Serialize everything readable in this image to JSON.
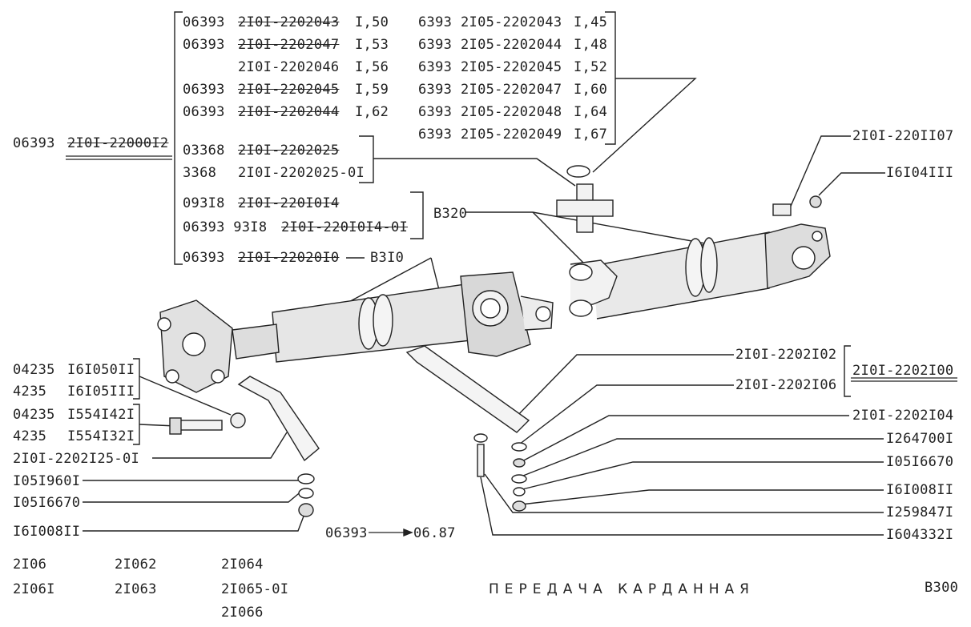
{
  "catalog": {
    "title": "ПЕРЕДАЧА КАРДАННАЯ",
    "page_code": "B300",
    "group_codes": [
      "B320",
      "B3I0"
    ],
    "models": [
      [
        "2I06",
        "2I06I"
      ],
      [
        "2I062",
        "2I063"
      ],
      [
        "2I064",
        "2I065-0I",
        "2I066"
      ]
    ]
  },
  "assembly": {
    "code": "06393",
    "part": "2I0I-22000I2"
  },
  "left_table": [
    {
      "code": "06393",
      "part": "2I0I-2202043",
      "size": "I,50",
      "struck": true
    },
    {
      "code": "06393",
      "part": "2I0I-2202047",
      "size": "I,53",
      "struck": true
    },
    {
      "code": "",
      "part": "2I0I-2202046",
      "size": "I,56",
      "struck": false
    },
    {
      "code": "06393",
      "part": "2I0I-2202045",
      "size": "I,59",
      "struck": true
    },
    {
      "code": "06393",
      "part": "2I0I-2202044",
      "size": "I,62",
      "struck": true
    },
    {
      "code": "03368",
      "part": "2I0I-2202025",
      "size": "",
      "struck": true
    },
    {
      "code": "3368",
      "part": "2I0I-2202025-0I",
      "size": "",
      "struck": false
    },
    {
      "code": "093I8",
      "part": "2I0I-220I0I4",
      "size": "",
      "struck": true
    },
    {
      "code": "06393 93I8",
      "part": "2I0I-220I0I4-0I",
      "size": "",
      "struck": true
    },
    {
      "code": "06393",
      "part": "2I0I-22020I0",
      "size": "",
      "struck": true
    }
  ],
  "right_table": [
    {
      "code": "6393",
      "part": "2I05-2202043",
      "size": "I,45"
    },
    {
      "code": "6393",
      "part": "2I05-2202044",
      "size": "I,48"
    },
    {
      "code": "6393",
      "part": "2I05-2202045",
      "size": "I,52"
    },
    {
      "code": "6393",
      "part": "2I05-2202047",
      "size": "I,60"
    },
    {
      "code": "6393",
      "part": "2I05-2202048",
      "size": "I,64"
    },
    {
      "code": "6393",
      "part": "2I05-2202049",
      "size": "I,67"
    }
  ],
  "left_callouts": [
    {
      "code": "04235",
      "part": "I6I050II"
    },
    {
      "code": "4235",
      "part": "I6I05III"
    },
    {
      "code": "04235",
      "part": "I554I42I"
    },
    {
      "code": "4235",
      "part": "I554I32I"
    },
    {
      "code": "",
      "part": "2I0I-2202I25-0I"
    },
    {
      "code": "",
      "part": "I05I960I"
    },
    {
      "code": "",
      "part": "I05I6670"
    },
    {
      "code": "",
      "part": "I6I008II"
    }
  ],
  "right_callouts": [
    "2I0I-220II07",
    "I6I04III",
    "2I0I-2202I02",
    "2I0I-2202I06",
    "2I0I-2202I00",
    "2I0I-2202I04",
    "I264700I",
    "I05I6670",
    "I6I008II",
    "I259847I",
    "I604332I"
  ],
  "change_note": {
    "from": "06393",
    "to": "06.87"
  }
}
